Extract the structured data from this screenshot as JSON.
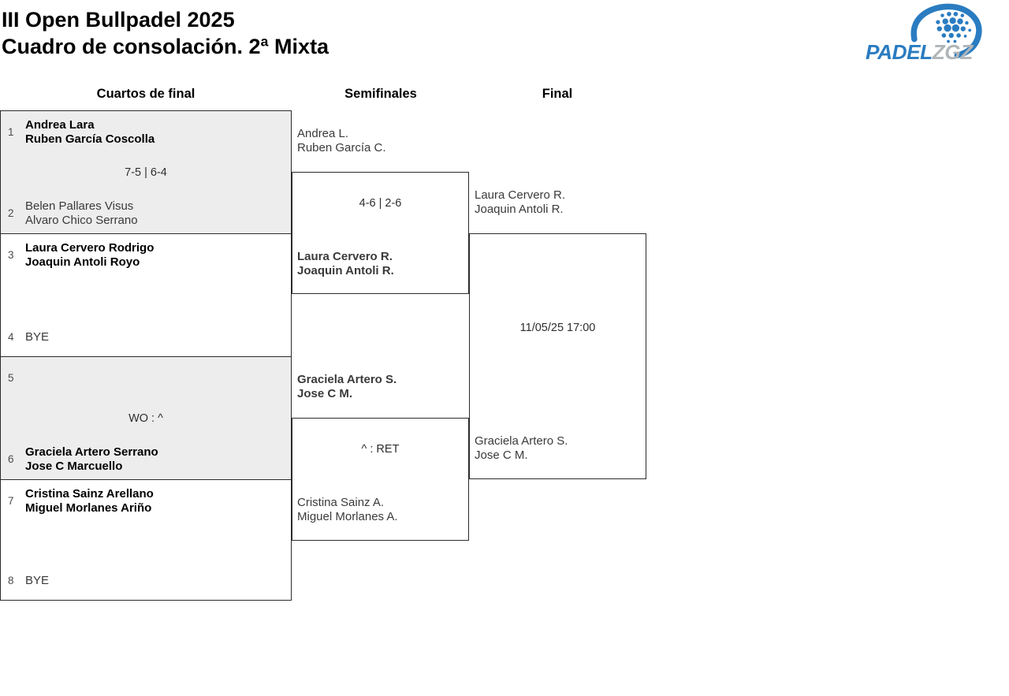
{
  "header": {
    "title1": "III Open Bullpadel 2025",
    "title2": "Cuadro de consolación. 2ª Mixta"
  },
  "logo": {
    "word1": "PADEL",
    "word2": "ZGZ",
    "blue": "#2a7cc1",
    "gray": "#b1b5b8"
  },
  "rounds": {
    "quarterfinals": "Cuartos de final",
    "semifinals": "Semifinales",
    "final": "Final"
  },
  "qf": [
    {
      "seed_top": "1",
      "top1": "Andrea Lara",
      "top2": "Ruben García Coscolla",
      "score": "7-5 | 6-4",
      "seed_bottom": "2",
      "bot1": "Belen Pallares Visus",
      "bot2": "Alvaro Chico Serrano"
    },
    {
      "seed_top": "3",
      "top1": "Laura Cervero Rodrigo",
      "top2": "Joaquin Antoli Royo",
      "score": "",
      "seed_bottom": "4",
      "bot1": "BYE",
      "bot2": ""
    },
    {
      "seed_top": "5",
      "top1": "",
      "top2": "",
      "score": "WO : ^",
      "seed_bottom": "6",
      "bot1": "Graciela Artero Serrano",
      "bot2": "Jose C Marcuello"
    },
    {
      "seed_top": "7",
      "top1": "Cristina Sainz Arellano",
      "top2": "Miguel Morlanes Ariño",
      "score": "",
      "seed_bottom": "8",
      "bot1": "BYE",
      "bot2": ""
    }
  ],
  "sf": [
    {
      "top1": "Andrea L.",
      "top2": "Ruben García C.",
      "score": "4-6 | 2-6",
      "bot1": "Laura Cervero R.",
      "bot2": "Joaquin Antoli R."
    },
    {
      "top1": "Graciela Artero S.",
      "top2": "Jose C M.",
      "score": "^ : RET",
      "bot1": "Cristina Sainz A.",
      "bot2": "Miguel Morlanes A."
    }
  ],
  "final": {
    "top1": "Laura Cervero R.",
    "top2": "Joaquin Antoli R.",
    "schedule": "11/05/25 17:00",
    "bot1": "Graciela Artero S.",
    "bot2": "Jose C M."
  }
}
